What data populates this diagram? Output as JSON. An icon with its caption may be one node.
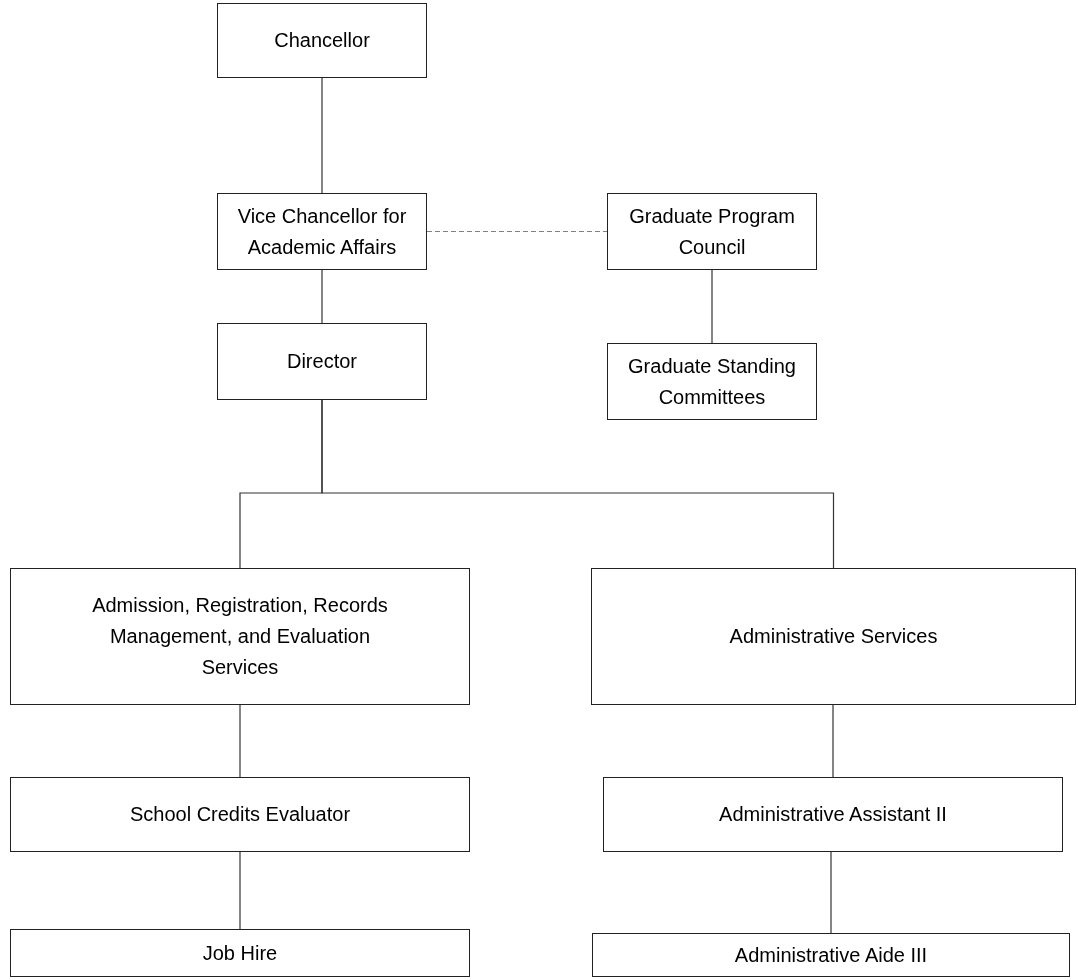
{
  "diagram": {
    "nodes": [
      {
        "text": [
          "Chancellor"
        ]
      },
      {
        "text": [
          "Vice Chancellor for Academic Affairs"
        ]
      },
      {
        "text": [
          "Graduate Program Council"
        ]
      },
      {
        "text": [
          "Director"
        ]
      },
      {
        "text": [
          "Graduate Standing Committees"
        ]
      },
      {
        "text": [
          "Admission, Registration, Records Management, and Evaluation Services"
        ]
      },
      {
        "text": [
          "Administrative Services"
        ]
      },
      {
        "text": [
          "School Credits Evaluator"
        ]
      },
      {
        "text": [
          "Administrative Assistant II"
        ]
      },
      {
        "text": [
          "Job Hire"
        ]
      },
      {
        "text": [
          "Administrative Aide III"
        ]
      }
    ],
    "edges": [
      {
        "from": 0,
        "to": 1,
        "arrow": "none"
      },
      {
        "from": 1,
        "to": 2,
        "arrow": "none",
        "style": "dashed",
        "color": "#808080"
      },
      {
        "from": 1,
        "to": 3,
        "arrow": "none"
      },
      {
        "from": 2,
        "to": 4,
        "arrow": "none"
      },
      {
        "from": 3,
        "to": 5,
        "arrow": "none"
      },
      {
        "from": 3,
        "to": 6,
        "arrow": "none"
      },
      {
        "from": 5,
        "to": 7,
        "arrow": "none"
      },
      {
        "from": 6,
        "to": 8,
        "arrow": "none"
      },
      {
        "from": 7,
        "to": 9,
        "arrow": "none"
      },
      {
        "from": 8,
        "to": 10,
        "arrow": "none"
      }
    ]
  }
}
